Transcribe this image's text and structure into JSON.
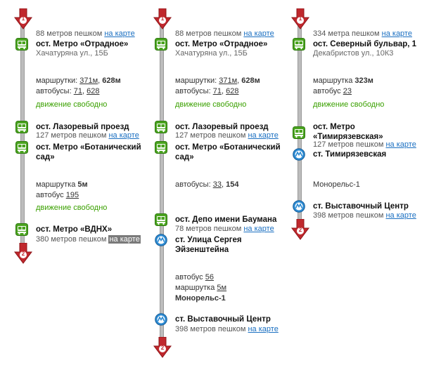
{
  "routes": [
    {
      "start_marker": "1",
      "end_marker": "2",
      "walk_start": "88 метров пешком",
      "map_link": "на карте",
      "stop1": {
        "name": "ост. Метро «Отрадное»",
        "address": "Хачатуряна ул., 15Б"
      },
      "info1": {
        "marsh_label": "маршрутки:",
        "marsh_a": "371м",
        "marsh_b": "628м",
        "bus_label": "автобусы:",
        "bus_a": "71",
        "bus_b": "628"
      },
      "status1": "движение свободно",
      "stop2": {
        "name": "ост. Лазоревый проезд",
        "walk": "127 метров пешком"
      },
      "stop3": {
        "name_line1": "ост. Метро «Ботанический",
        "name_line2": "сад»"
      },
      "info2": {
        "line1_label": "маршрутка",
        "line1_bold": "5м",
        "line2_label": "автобус",
        "line2_u": "195"
      },
      "status2": "движение свободно",
      "stop4": {
        "name": "ост. Метро «ВДНХ»",
        "walk": "380 метров пешком"
      }
    },
    {
      "start_marker": "1",
      "end_marker": "2",
      "walk_start": "88 метров пешком",
      "map_link": "на карте",
      "stop1": {
        "name": "ост. Метро «Отрадное»",
        "address": "Хачатуряна ул., 15Б"
      },
      "info1": {
        "marsh_label": "маршрутки:",
        "marsh_a": "371м",
        "marsh_b": "628м",
        "bus_label": "автобусы:",
        "bus_a": "71",
        "bus_b": "628"
      },
      "status1": "движение свободно",
      "stop2": {
        "name": "ост. Лазоревый проезд",
        "walk": "127 метров пешком"
      },
      "stop3": {
        "name_line1": "ост. Метро «Ботанический",
        "name_line2": "сад»"
      },
      "info2": {
        "bus_label": "автобусы:",
        "bus_a": "33",
        "bus_b": "154"
      },
      "stop4": {
        "name": "ост. Депо имени Баумана",
        "walk": "78 метров пешком"
      },
      "stop5": {
        "name_line1": "ст. Улица Сергея",
        "name_line2": "Эйзенштейна"
      },
      "info3": {
        "bus_label": "автобус",
        "bus_a": "56",
        "marsh_label": "маршрутка",
        "marsh_a": "5м",
        "mono": "Монорельс-1"
      },
      "stop6": {
        "name": "ст. Выставочный Центр",
        "walk": "398 метров пешком"
      }
    },
    {
      "start_marker": "1",
      "end_marker": "2",
      "walk_start": "334 метра пешком",
      "map_link": "на карте",
      "stop1": {
        "name": "ост. Северный бульвар, 1",
        "address": "Декабристов ул., 10К3"
      },
      "info1": {
        "marsh_label": "маршрутка",
        "marsh_bold": "323м",
        "bus_label": "автобус",
        "bus_a": "23"
      },
      "status1": "движение свободно",
      "stop2": {
        "name_line1": "ост. Метро",
        "name_line2": "«Тимирязевская»",
        "walk": "127 метров пешком"
      },
      "stop3": {
        "name": "ст. Тимирязевская"
      },
      "info2": {
        "mono": "Монорельс-1"
      },
      "stop4": {
        "name": "ст. Выставочный Центр",
        "walk": "398 метров пешком"
      }
    }
  ],
  "colors": {
    "marker": "#c0282d",
    "bus": "#4aa31f",
    "monorail": "#2b8ad2",
    "link": "#1a6fc1",
    "status": "#3aa000"
  },
  "icons": {
    "marker": "route-marker-icon",
    "bus": "bus-stop-icon",
    "monorail": "monorail-icon"
  }
}
